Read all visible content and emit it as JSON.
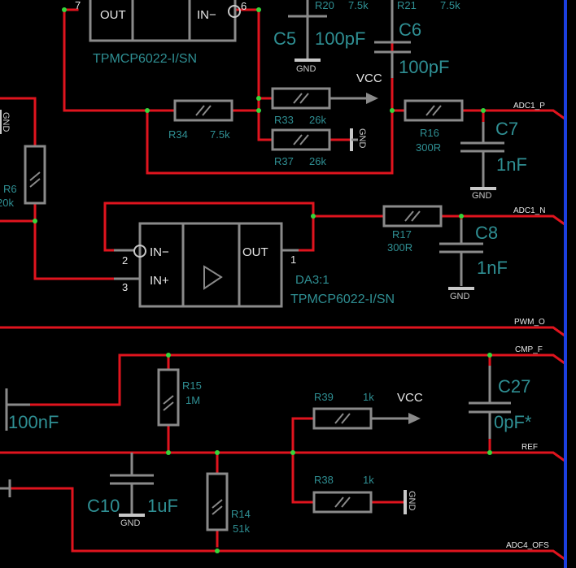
{
  "opamps": {
    "top": {
      "part": "TPMCP6022-I/SN",
      "pin_out": "OUT",
      "pin_in_minus": "IN−",
      "pin7": "7",
      "pin6": "6"
    },
    "da3": {
      "ref": "DA3:1",
      "part": "TPMCP6022-I/SN",
      "pin_in_minus": "IN−",
      "pin_in_plus": "IN+",
      "pin_out": "OUT",
      "pin2": "2",
      "pin3": "3",
      "pin1": "1"
    }
  },
  "resistors": {
    "r20": {
      "ref": "R20",
      "value": "7.5k"
    },
    "r21": {
      "ref": "R21",
      "value": "7.5k"
    },
    "r34": {
      "ref": "R34",
      "value": "7.5k"
    },
    "r33": {
      "ref": "R33",
      "value": "26k"
    },
    "r37": {
      "ref": "R37",
      "value": "26k"
    },
    "r16": {
      "ref": "R16",
      "value": "300R"
    },
    "r6": {
      "ref": "R6",
      "value": "20k"
    },
    "r17": {
      "ref": "R17",
      "value": "300R"
    },
    "r15": {
      "ref": "R15",
      "value": "1M"
    },
    "r39": {
      "ref": "R39",
      "value": "1k"
    },
    "r38": {
      "ref": "R38",
      "value": "1k"
    },
    "r14": {
      "ref": "R14",
      "value": "51k"
    }
  },
  "capacitors": {
    "c5": {
      "ref": "C5",
      "value": "100pF"
    },
    "c6": {
      "ref": "C6",
      "value": "100pF"
    },
    "c7": {
      "ref": "C7",
      "value": "1nF"
    },
    "c8": {
      "ref": "C8",
      "value": "1nF"
    },
    "c27": {
      "ref": "C27",
      "value": "0pF*"
    },
    "c10": {
      "ref": "C10",
      "value": "1uF"
    },
    "cleft": {
      "value": "100nF"
    }
  },
  "power": {
    "vcc": "VCC",
    "gnd": "GND"
  },
  "nets": {
    "adc1_p": "ADC1_P",
    "adc1_n": "ADC1_N",
    "pwm_o": "PWM_O",
    "cmp_f": "CMP_F",
    "ref": "REF",
    "adc4_ofs": "ADC4_OFS"
  }
}
